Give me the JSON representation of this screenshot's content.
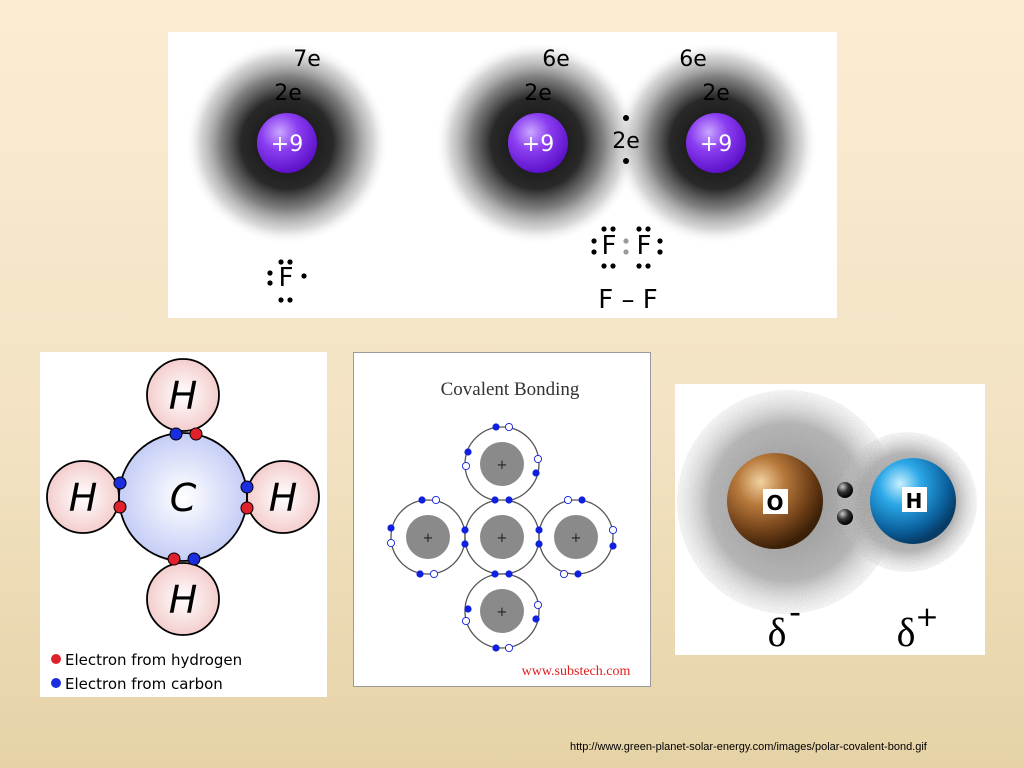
{
  "fluorine": {
    "atom1": {
      "outer": "7e",
      "inner": "2e",
      "nucleus": "+9"
    },
    "atom2": {
      "outer": "6e",
      "inner": "2e",
      "nucleus": "+9"
    },
    "atom3": {
      "outer": "6e",
      "inner": "2e",
      "nucleus": "+9"
    },
    "shared": "2e",
    "lewis_single": "F",
    "lewis_pair": [
      "F",
      "F"
    ],
    "structural": "F – F"
  },
  "methane": {
    "center": "C",
    "hydrogens": [
      "H",
      "H",
      "H",
      "H"
    ],
    "legend": [
      {
        "label": "Electron from hydrogen",
        "color": "#e0202a"
      },
      {
        "label": "Electron from carbon",
        "color": "#1a2ee0"
      }
    ]
  },
  "covalent": {
    "title": "Covalent Bonding",
    "nucleus_sign": "+",
    "credit": "www.substech.com"
  },
  "water": {
    "oxygen": "O",
    "hydrogen": "H",
    "delta_minus": "δ",
    "minus": "-",
    "delta_plus": "δ",
    "plus": "+"
  },
  "source_url": "http://www.green-planet-solar-energy.com/images/polar-covalent-bond.gif"
}
